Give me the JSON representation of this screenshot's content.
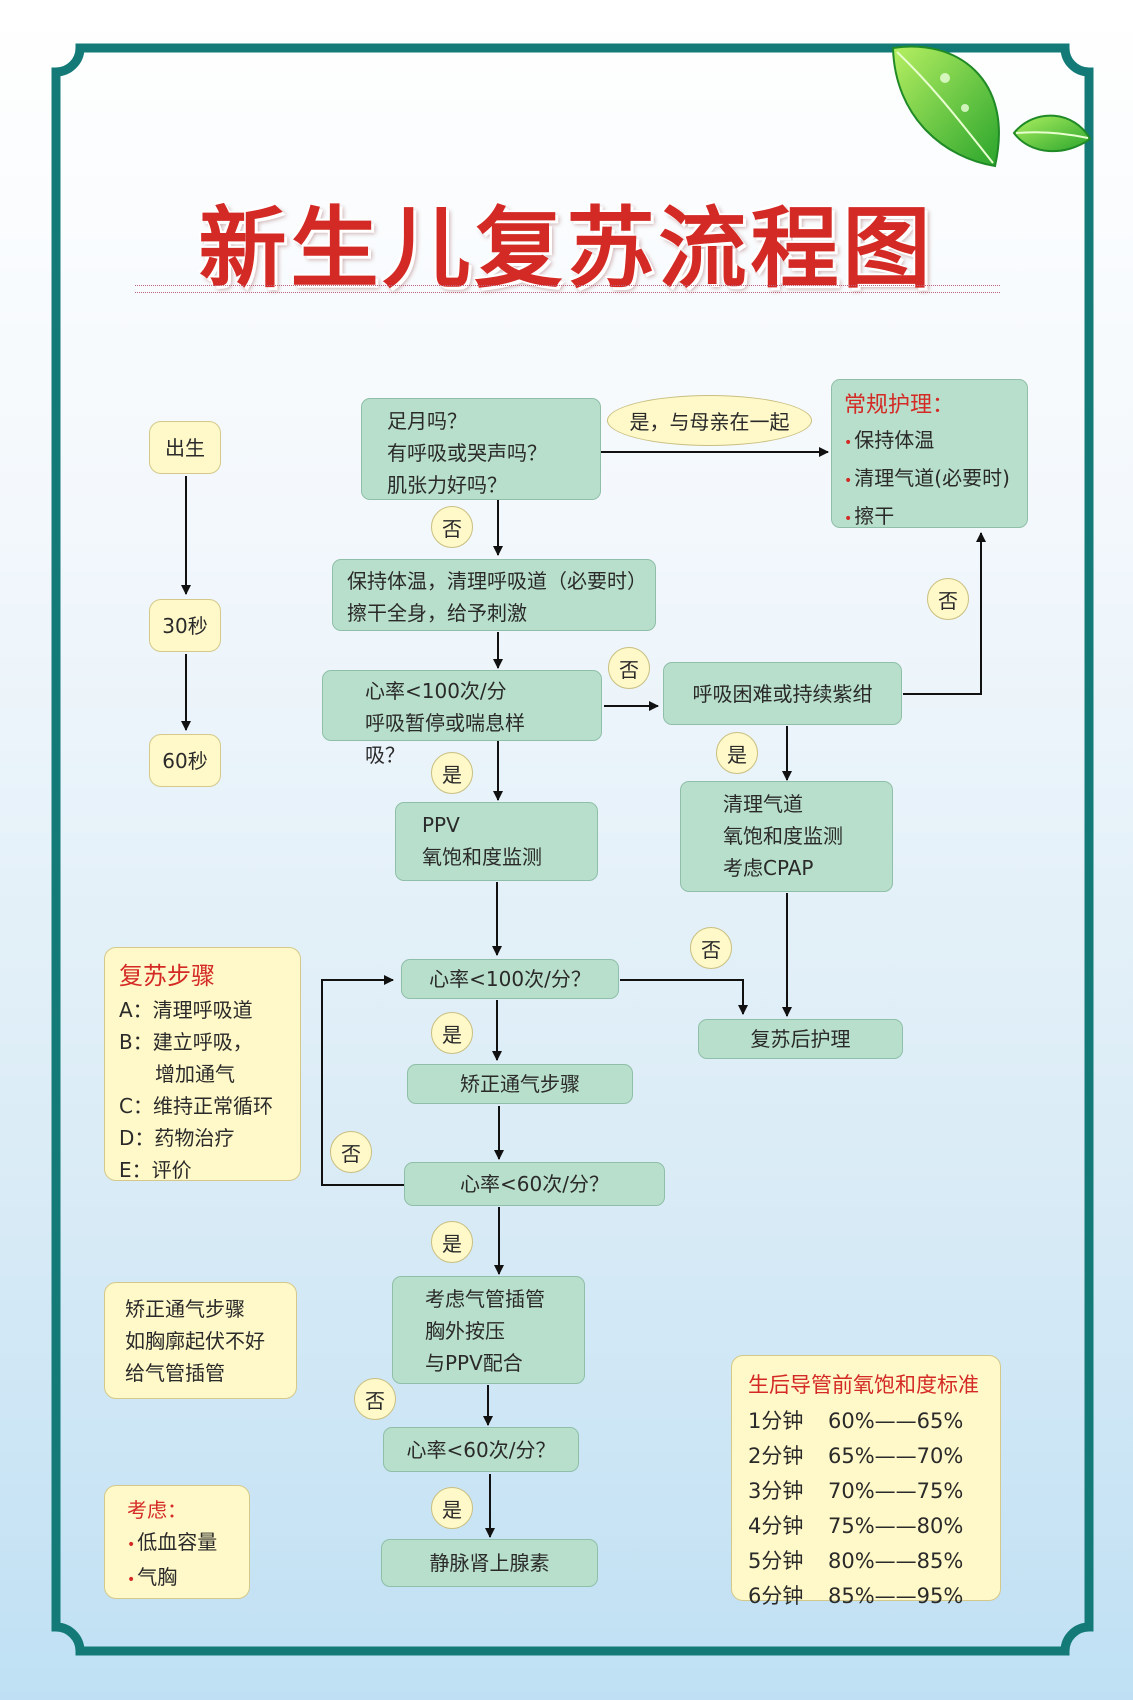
{
  "title": "新生儿复苏流程图",
  "timeline": {
    "birth": "出生",
    "t30": "30秒",
    "t60": "60秒"
  },
  "nodes": {
    "assess": [
      "足月吗？",
      "有呼吸或哭声吗？",
      "肌张力好吗？"
    ],
    "initial": [
      "保持体温，清理呼吸道（必要时）",
      "擦干全身，给予刺激"
    ],
    "hr_breath": [
      "心率<100次/分",
      "呼吸暂停或喘息样吸？"
    ],
    "distress": "呼吸困难或持续紫绀",
    "ppv": [
      "PPV",
      "氧饱和度监测"
    ],
    "cpap": [
      "清理气道",
      "氧饱和度监测",
      "考虑CPAP"
    ],
    "hr100": "心率<100次/分？",
    "post_care": "复苏后护理",
    "correct": "矫正通气步骤",
    "hr60a": "心率<60次/分？",
    "intubate": [
      "考虑气管插管",
      "胸外按压",
      "与PPV配合"
    ],
    "hr60b": "心率<60次/分？",
    "epi": "静脉肾上腺素"
  },
  "routine": {
    "title": "常规护理：",
    "items": [
      "保持体温",
      "清理气道(必要时)",
      "擦干"
    ]
  },
  "yes_mother": "是，与母亲在一起",
  "labels": {
    "yes": "是",
    "no": "否"
  },
  "steps": {
    "title": "复苏步骤",
    "items": [
      "A：清理呼吸道",
      "B：建立呼吸，",
      "增加通气",
      "C：维持正常循环",
      "D：药物治疗",
      "E：评价"
    ]
  },
  "correct_note": [
    "矫正通气步骤",
    "如胸廓起伏不好",
    "给气管插管"
  ],
  "consider": {
    "title": "考虑：",
    "items": [
      "低血容量",
      "气胸"
    ]
  },
  "spo2": {
    "title": "生后导管前氧饱和度标准",
    "rows": [
      {
        "time": "1分钟",
        "range": "60%——65%"
      },
      {
        "time": "2分钟",
        "range": "65%——70%"
      },
      {
        "time": "3分钟",
        "range": "70%——75%"
      },
      {
        "time": "4分钟",
        "range": "75%——80%"
      },
      {
        "time": "5分钟",
        "range": "80%——85%"
      },
      {
        "time": "6分钟",
        "range": "85%——95%"
      }
    ]
  },
  "colors": {
    "frame": "#137a78",
    "node": "#b8dfcb",
    "note": "#fff8c8",
    "title": "#d42a25"
  }
}
